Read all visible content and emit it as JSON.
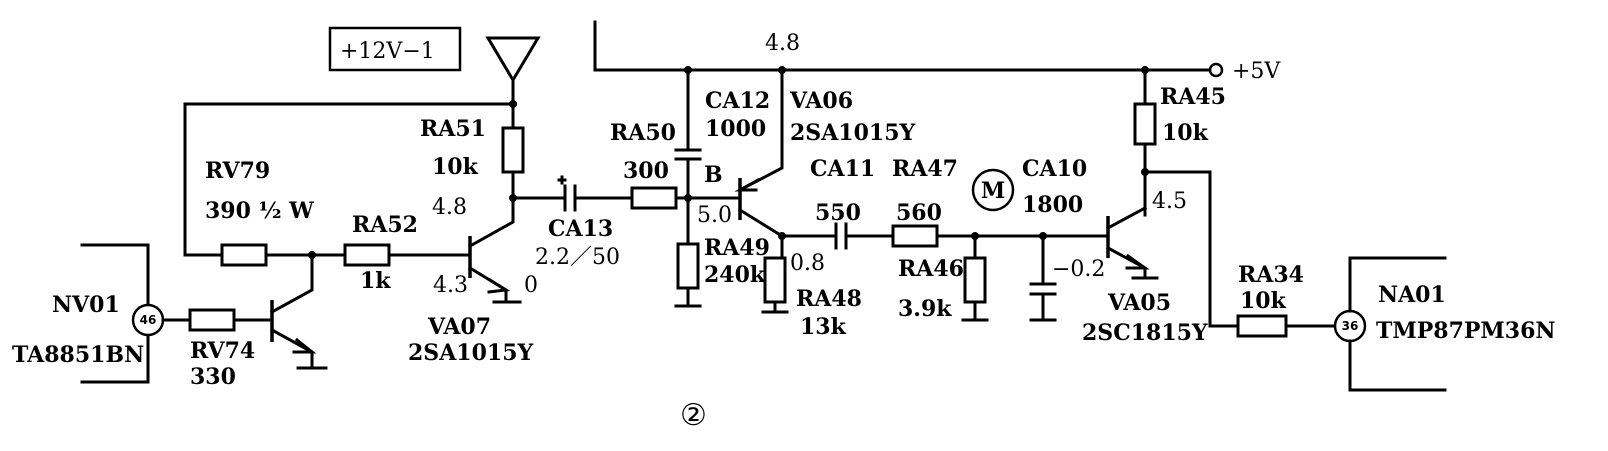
{
  "supply": {
    "box_label": "+12V−1",
    "plus5v_label": "+5V",
    "rail_voltage": "4.8"
  },
  "components": {
    "ra51": {
      "ref": "RA51",
      "value": "10k"
    },
    "rv79": {
      "ref": "RV79",
      "value": "390 ½ W"
    },
    "ra52": {
      "ref": "RA52",
      "value": "1k"
    },
    "rv74": {
      "ref": "RV74",
      "value": "330"
    },
    "ra50": {
      "ref": "RA50",
      "value": "300"
    },
    "ra49": {
      "ref": "RA49",
      "value": "240k"
    },
    "ra48": {
      "ref": "RA48",
      "value": "13k"
    },
    "ra47": {
      "ref": "RA47",
      "value": "560"
    },
    "ra46": {
      "ref": "RA46",
      "value": "3.9k"
    },
    "ra45": {
      "ref": "RA45",
      "value": "10k"
    },
    "ra34": {
      "ref": "RA34",
      "value": "10k"
    },
    "ca12": {
      "ref": "CA12",
      "value": "1000"
    },
    "ca13": {
      "ref": "CA13",
      "value": "2.2／50"
    },
    "ca11": {
      "ref": "CA11",
      "value": "550"
    },
    "ca10": {
      "ref": "CA10",
      "value": "1800"
    },
    "va06": {
      "ref": "VA06",
      "part": "2SA1015Y"
    },
    "va07": {
      "ref": "VA07",
      "part": "2SA1015Y"
    },
    "va05": {
      "ref": "VA05",
      "part": "2SC1815Y"
    },
    "nv01": {
      "ref": "NV01",
      "part": "TA8851BN",
      "pin": "46"
    },
    "na01": {
      "ref": "NA01",
      "part": "TMP87PM36N",
      "pin": "36"
    }
  },
  "voltages": {
    "va07_base_node": "4.8",
    "va07_base": "4.3",
    "va07_collector": "0",
    "va06_base": "5.0",
    "va06_emitter": "0.8",
    "va05_collector": "4.5",
    "va05_base": "−0.2"
  },
  "markers": {
    "b_label": "B",
    "m_symbol": "M",
    "figure_number": "②"
  }
}
